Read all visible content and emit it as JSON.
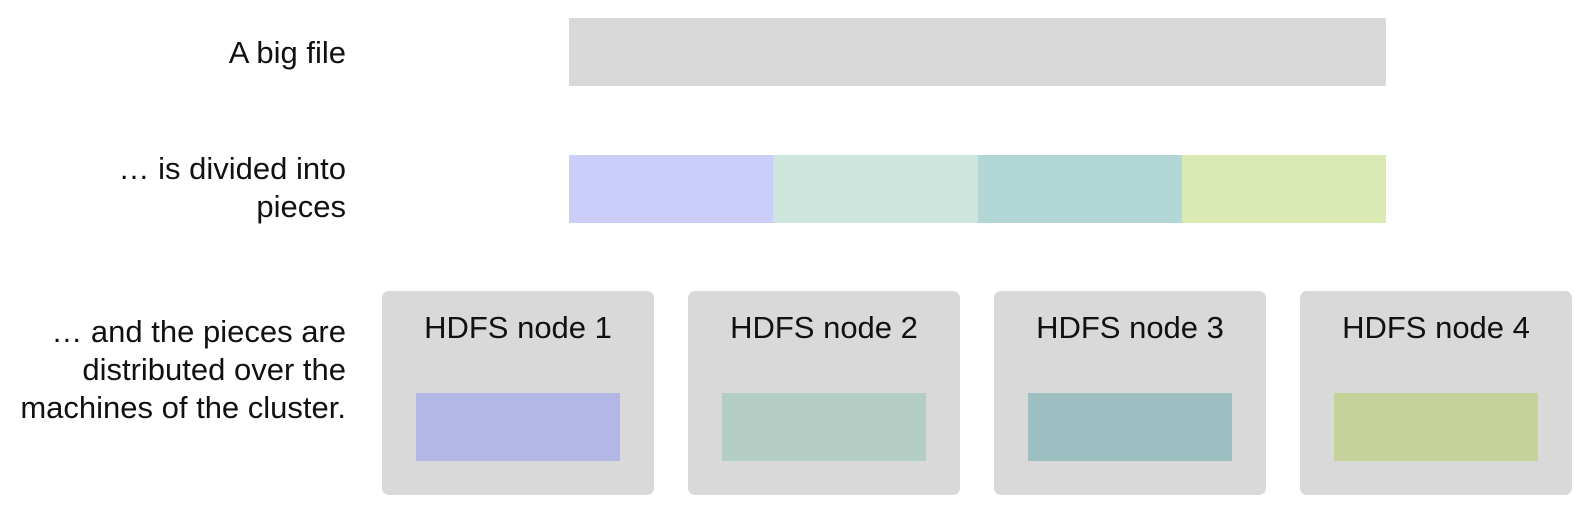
{
  "labels": {
    "big_file": "A big file",
    "divided": "… is divided into pieces",
    "distributed": "… and the pieces are distributed over the machines of the cluster."
  },
  "colors": {
    "big_file": "#d9d9d9",
    "node_bg": "#d9d9d9",
    "pieces": [
      "#cbcef8",
      "#cde5dc",
      "#b3d7d7",
      "#dbeab3"
    ],
    "node_chunks": [
      "#b3b7e5",
      "#b5cec5",
      "#9ebfc1",
      "#c5d39b"
    ]
  },
  "nodes": [
    {
      "title": "HDFS node 1"
    },
    {
      "title": "HDFS node 2"
    },
    {
      "title": "HDFS node 3"
    },
    {
      "title": "HDFS node 4"
    }
  ]
}
